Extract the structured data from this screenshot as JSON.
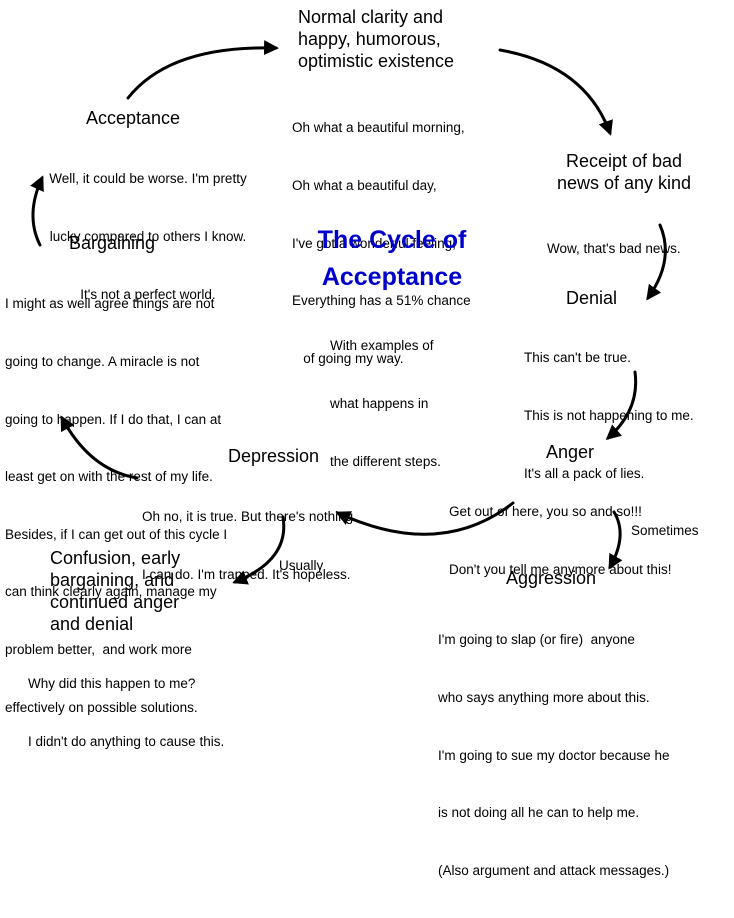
{
  "title": [
    "The Cycle of",
    "Acceptance"
  ],
  "subtitle": [
    "With examples of",
    "what happens in",
    "the different steps."
  ],
  "stages": {
    "normal": {
      "heading": [
        "Normal clarity and",
        "happy, humorous,",
        "optimistic existence"
      ],
      "text": [
        "Oh what a beautiful morning,",
        "Oh what a beautiful day,",
        "I've got a wonderful feeling,",
        "Everything has a 51% chance",
        "   of going my way."
      ]
    },
    "receipt": {
      "heading": [
        "Receipt of bad",
        "news of any kind"
      ],
      "text": [
        "Wow, that's bad news."
      ]
    },
    "denial": {
      "heading": [
        "Denial"
      ],
      "text": [
        "This can't be true.",
        "This is not happening to me.",
        "It's all a pack of lies."
      ]
    },
    "anger": {
      "heading": [
        "Anger"
      ],
      "text": [
        "Get out of here, you so and so!!!",
        "Don't you tell me anymore about this!"
      ]
    },
    "aggression": {
      "heading": [
        "Aggression"
      ],
      "text": [
        "I'm going to slap (or fire)  anyone",
        "who says anything more about this.",
        "I'm going to sue my doctor because he",
        "is not doing all he can to help me.",
        "(Also argument and attack messages.)"
      ]
    },
    "depression": {
      "heading": [
        "Depression"
      ],
      "text": [
        "Oh no, it is true. But there's nothing",
        "I can do. I'm trapped. It's hopeless."
      ]
    },
    "confusion": {
      "heading": [
        "Confusion, early",
        "bargaining, and",
        "continued anger",
        "and denial"
      ],
      "text": [
        "Why did this happen to me?",
        "I didn't do anything to cause this."
      ]
    },
    "bargaining": {
      "heading": [
        "Bargaining"
      ],
      "text": [
        "I might as well agree things are not",
        "going to change. A miracle is not",
        "going to happen. If I do that, I can at",
        "least get on with the rest of my life.",
        "Besides, if I can get out of this cycle I",
        "can think clearly again, manage my",
        "problem better,  and work more",
        "effectively on possible solutions."
      ]
    },
    "acceptance": {
      "heading": [
        "Acceptance"
      ],
      "text": [
        "Well, it could be worse. I'm pretty",
        "lucky compared to others I know.",
        "It's not a perfect world."
      ]
    }
  },
  "edge_labels": {
    "sometimes": "Sometimes",
    "usually": "Usually"
  },
  "colors": {
    "title": "#0000cc",
    "text": "#000000",
    "arrow": "#000000",
    "background": "#ffffff"
  }
}
